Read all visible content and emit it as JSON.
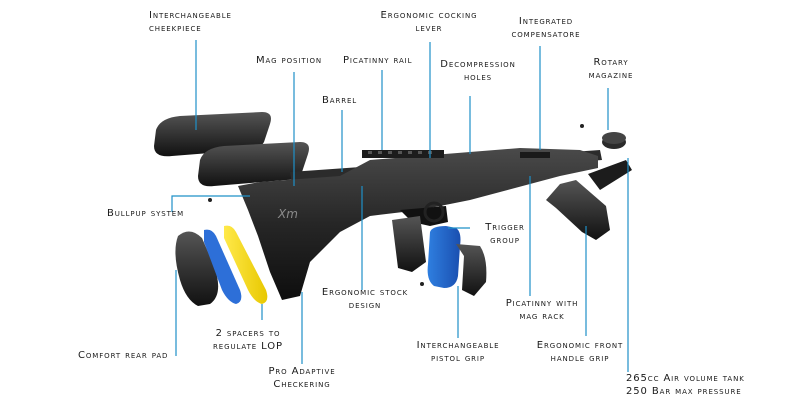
{
  "accent_color": "#1e90c8",
  "labels": {
    "cheekpiece": [
      "Interchangeable",
      "cheekpiece"
    ],
    "cocking_lever": [
      "Ergonomic cocking",
      "lever"
    ],
    "compensator": [
      "Integrated",
      "compensatore"
    ],
    "mag_position": [
      "Mag position"
    ],
    "picatinny_rail": [
      "Picatinny rail"
    ],
    "decompression": [
      "Decompression",
      "holes"
    ],
    "rotary_magazine": [
      "Rotary",
      "magazine"
    ],
    "barrel": [
      "Barrel"
    ],
    "bullpup": [
      "Bullpup system"
    ],
    "trigger_group": [
      "Trigger",
      "group"
    ],
    "stock_design": [
      "Ergonomic stock",
      "design"
    ],
    "picatinny_mag_rack": [
      "Picatinny with",
      "mag rack"
    ],
    "spacers": [
      "2 spacers to",
      "regulate LOP"
    ],
    "rear_pad": [
      "Comfort rear pad"
    ],
    "pistol_grip": [
      "Interchangeable",
      "pistol grip"
    ],
    "front_grip": [
      "Ergonomic front",
      "handle grip"
    ],
    "checkering": [
      "Pro Adaptive",
      "Checkering"
    ],
    "air_tank": [
      "265cc Air volume tank",
      "250 Bar max pressure"
    ]
  }
}
